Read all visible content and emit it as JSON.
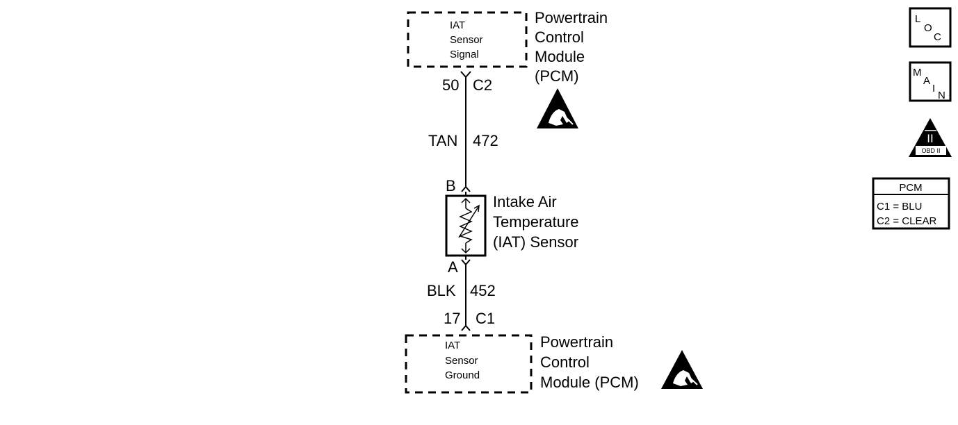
{
  "top_module": {
    "box_lines": [
      "IAT",
      "Sensor",
      "Signal"
    ],
    "label_lines": [
      "Powertrain",
      "Control",
      "Module",
      "(PCM)"
    ]
  },
  "top_connector": {
    "pin": "50",
    "connector": "C2"
  },
  "top_wire": {
    "color": "TAN",
    "circuit": "472"
  },
  "sensor": {
    "pin_top": "B",
    "pin_bottom": "A",
    "label_lines": [
      "Intake Air",
      "Temperature",
      "(IAT) Sensor"
    ]
  },
  "bottom_wire": {
    "color": "BLK",
    "circuit": "452"
  },
  "bottom_connector": {
    "pin": "17",
    "connector": "C1"
  },
  "bottom_module": {
    "box_lines": [
      "IAT",
      "Sensor",
      "Ground"
    ],
    "label_lines": [
      "Powertrain",
      "Control",
      "Module (PCM)"
    ]
  },
  "side_icons": {
    "loc": [
      "L",
      "O",
      "C"
    ],
    "main": [
      "M",
      "A",
      "I",
      "N"
    ],
    "obd": {
      "roman": "II",
      "label": "OBD II"
    }
  },
  "pcm_legend": {
    "title": "PCM",
    "rows": [
      "C1 = BLU",
      "C2 = CLEAR"
    ]
  }
}
